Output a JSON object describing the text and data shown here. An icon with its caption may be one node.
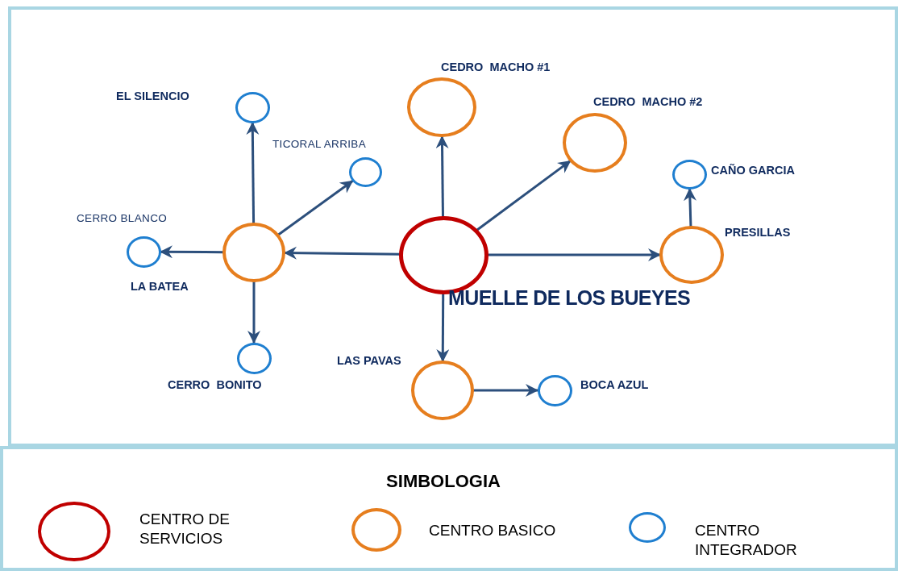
{
  "diagram": {
    "nodes": [
      {
        "text": [
          "MUELLE DE LOS BUEYES"
        ]
      },
      {
        "text": [
          "CEDRO  MACHO #1"
        ]
      },
      {
        "text": [
          "CEDRO  MACHO #2"
        ]
      },
      {
        "text": [
          "PRESILLAS"
        ]
      },
      {
        "text": [
          "CAÑO GARCIA"
        ]
      },
      {
        "text": [
          "LAS PAVAS"
        ]
      },
      {
        "text": [
          "BOCA AZUL"
        ]
      },
      {
        "text": [
          "LA BATEA"
        ]
      },
      {
        "text": [
          "EL SILENCIO"
        ]
      },
      {
        "text": [
          "TICORAL ARRIBA"
        ]
      },
      {
        "text": [
          "CERRO BLANCO"
        ]
      },
      {
        "text": [
          "CERRO  BONITO"
        ]
      }
    ],
    "edges": [
      {
        "from": 0,
        "to": 1,
        "arrow": "to"
      },
      {
        "from": 0,
        "to": 2,
        "arrow": "to"
      },
      {
        "from": 0,
        "to": 3,
        "arrow": "to"
      },
      {
        "from": 0,
        "to": 7,
        "arrow": "to"
      },
      {
        "from": 0,
        "to": 5,
        "arrow": "to"
      },
      {
        "from": 3,
        "to": 4,
        "arrow": "to"
      },
      {
        "from": 5,
        "to": 6,
        "arrow": "to"
      },
      {
        "from": 7,
        "to": 8,
        "arrow": "to"
      },
      {
        "from": 7,
        "to": 9,
        "arrow": "to"
      },
      {
        "from": 7,
        "to": 10,
        "arrow": "to"
      },
      {
        "from": 7,
        "to": 11,
        "arrow": "to"
      }
    ],
    "labels": [
      "SIMBOLOGIA"
    ],
    "legend": [
      {
        "text": "CENTRO DE SERVICIOS",
        "color": "#c00000"
      },
      {
        "text": "CENTRO BASICO",
        "color": "#e67e1e"
      },
      {
        "text": "CENTRO INTEGRADOR",
        "color": "#1f7fd0"
      }
    ]
  }
}
